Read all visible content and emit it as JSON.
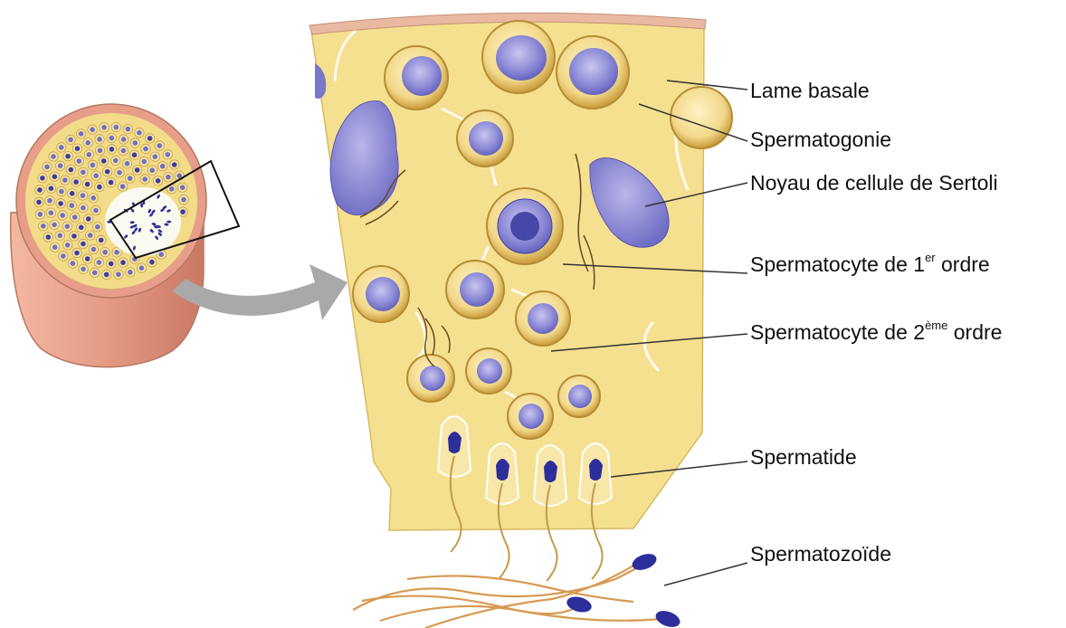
{
  "labels": {
    "lame_basale": "Lame basale",
    "spermatogonie": "Spermatogonie",
    "noyau_sertoli": "Noyau de cellule de Sertoli",
    "spermatocyte_1": {
      "main": "Spermatocyte  de 1",
      "sup": "er",
      "tail": " ordre"
    },
    "spermatocyte_2": {
      "main": "Spermatocyte de 2",
      "sup": "ème",
      "tail": " ordre"
    },
    "spermatide": "Spermatide",
    "spermatozoide": "Spermatozoïde"
  },
  "colors": {
    "cytoplasm": "#f4de8c",
    "cell_ring": "#d9b454",
    "nucleus": "#6e6fc4",
    "nucleus_dark": "#3f3fa6",
    "basal_band": "#e8b8a0",
    "tube_wall": "#e6a08c",
    "arrow": "#a9a9a9",
    "leader_line": "#333333"
  }
}
